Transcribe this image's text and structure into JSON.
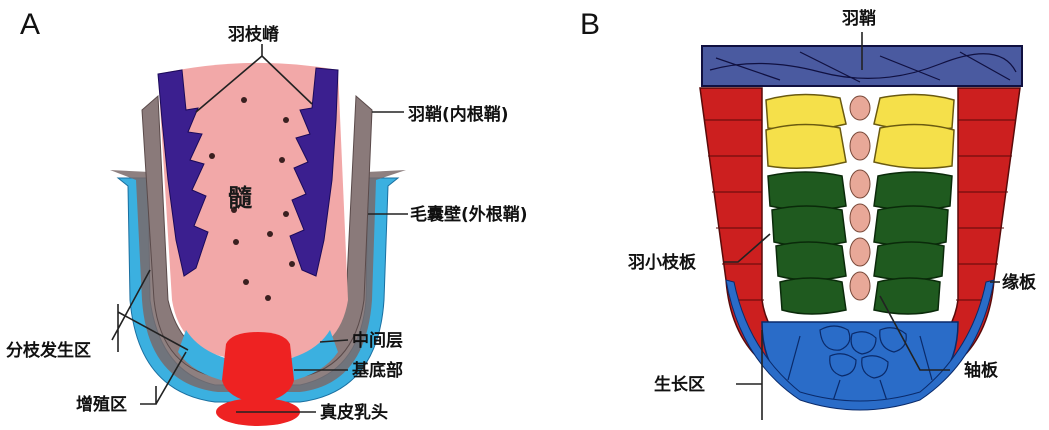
{
  "panel_a": {
    "letter": "A",
    "center_label": "髓",
    "labels": {
      "barb_ridge": "羽枝嵴",
      "sheath_inner": "羽鞘(内根鞘)",
      "follicle_wall": "毛囊壁(外根鞘)",
      "barb_generative_zone": "分枝发生区",
      "intermediate_layer": "中间层",
      "basal_layer": "基底部",
      "proliferation_zone": "增殖区",
      "dermal_papilla": "真皮乳头"
    }
  },
  "panel_b": {
    "letter": "B",
    "labels": {
      "sheath": "羽鞘",
      "barbule_plate": "羽小枝板",
      "marginal_plate": "缘板",
      "axial_plate": "轴板",
      "growth_zone": "生长区"
    }
  },
  "colors": {
    "pulp": "#f2a8a8",
    "barb_ridge": "#3b1f8f",
    "sheath": "#7a6a6a",
    "follicle_blue": "#3bb0e0",
    "papilla": "#ee2222",
    "marginal_plate": "#cc1f1f",
    "barbule_yellow": "#f5e04a",
    "barbule_green": "#1f5a1f",
    "axial_pink": "#e8a898",
    "growth_blue": "#2a6cc8",
    "sheath_b": "#4a5aa0"
  }
}
